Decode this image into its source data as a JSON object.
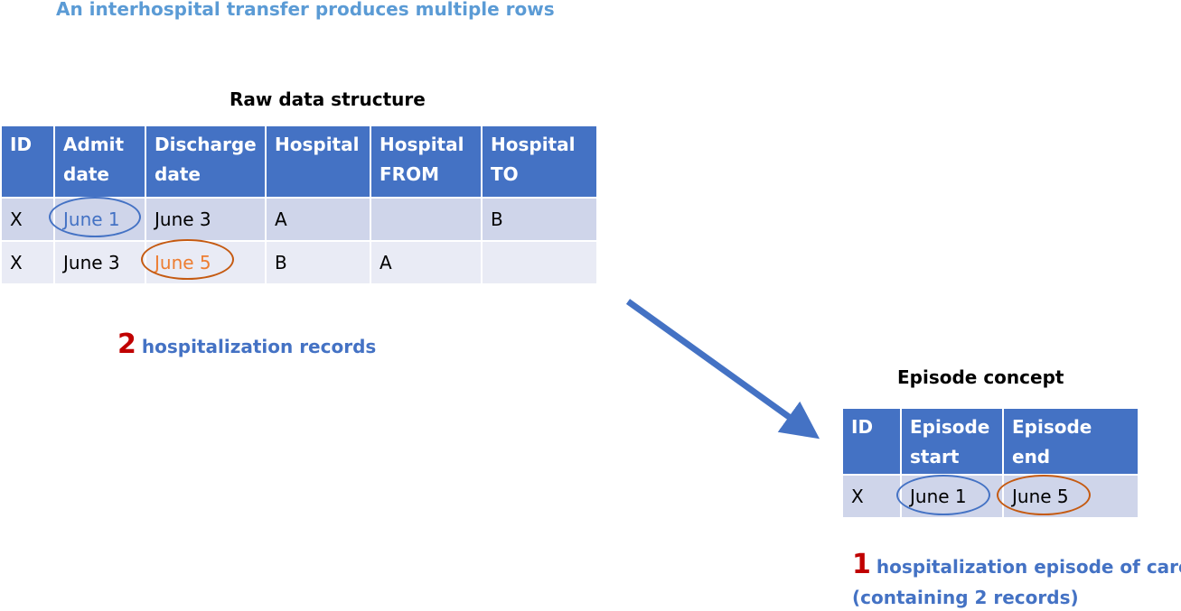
{
  "headline": "An interhospital transfer produces multiple rows",
  "raw": {
    "caption": "Raw data structure",
    "headers": [
      [
        "ID"
      ],
      [
        "Admit",
        "date"
      ],
      [
        "Discharge",
        "date"
      ],
      [
        "Hospital"
      ],
      [
        "Hospital",
        "FROM"
      ],
      [
        "Hospital",
        "TO"
      ]
    ],
    "rows": [
      [
        "X",
        "June 1",
        "June 3",
        "A",
        "",
        "B"
      ],
      [
        "X",
        "June 3",
        "June 5",
        "B",
        "A",
        ""
      ]
    ],
    "count_number": "2",
    "count_text": "hospitalization records"
  },
  "episode": {
    "caption": "Episode concept",
    "headers": [
      [
        "ID"
      ],
      [
        "Episode",
        "start"
      ],
      [
        "Episode",
        "end"
      ]
    ],
    "rows": [
      [
        "X",
        "June 1",
        "June 5"
      ]
    ],
    "count_number": "1",
    "count_text": "hospitalization episode of care",
    "count_subtext": "(containing 2 records)"
  },
  "colors": {
    "header_fill": "#4472c4",
    "band_dark": "#cfd5ea",
    "band_light": "#e9ebf5",
    "highlight_blue": "#4472c4",
    "highlight_orange": "#ed7d31",
    "count_red": "#c00000",
    "headline_blue": "#5b9bd5"
  }
}
